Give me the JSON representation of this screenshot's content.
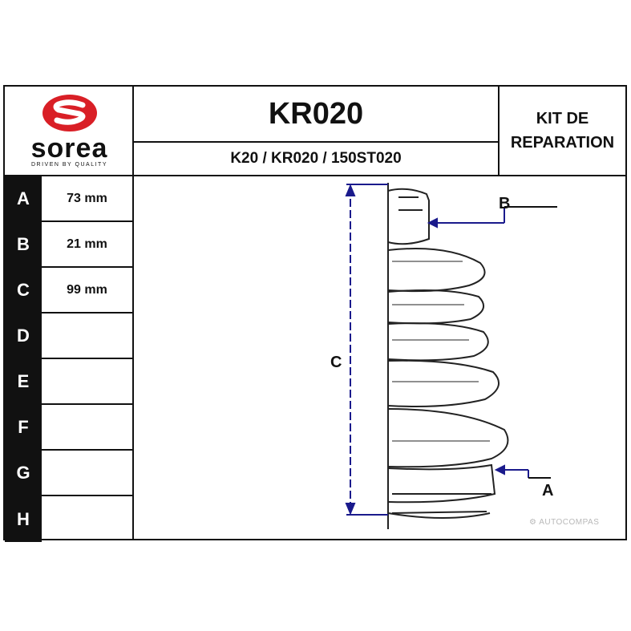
{
  "header": {
    "brand": {
      "name": "sorea",
      "tagline": "DRIVEN BY QUALITY",
      "accent_color": "#d91f26"
    },
    "title": "KR020",
    "references": "K20 / KR020 / 150ST020",
    "kit_label_line1": "KIT DE",
    "kit_label_line2": "REPARATION"
  },
  "dimensions": [
    {
      "letter": "A",
      "value": "73 mm"
    },
    {
      "letter": "B",
      "value": "21 mm"
    },
    {
      "letter": "C",
      "value": "99 mm"
    },
    {
      "letter": "D",
      "value": ""
    },
    {
      "letter": "E",
      "value": ""
    },
    {
      "letter": "F",
      "value": ""
    },
    {
      "letter": "G",
      "value": ""
    },
    {
      "letter": "H",
      "value": ""
    }
  ],
  "drawing": {
    "label_a": "A",
    "label_b": "B",
    "label_c": "C",
    "line_color": "#1a1a8c"
  },
  "watermark": "AUTOCOMPAS"
}
